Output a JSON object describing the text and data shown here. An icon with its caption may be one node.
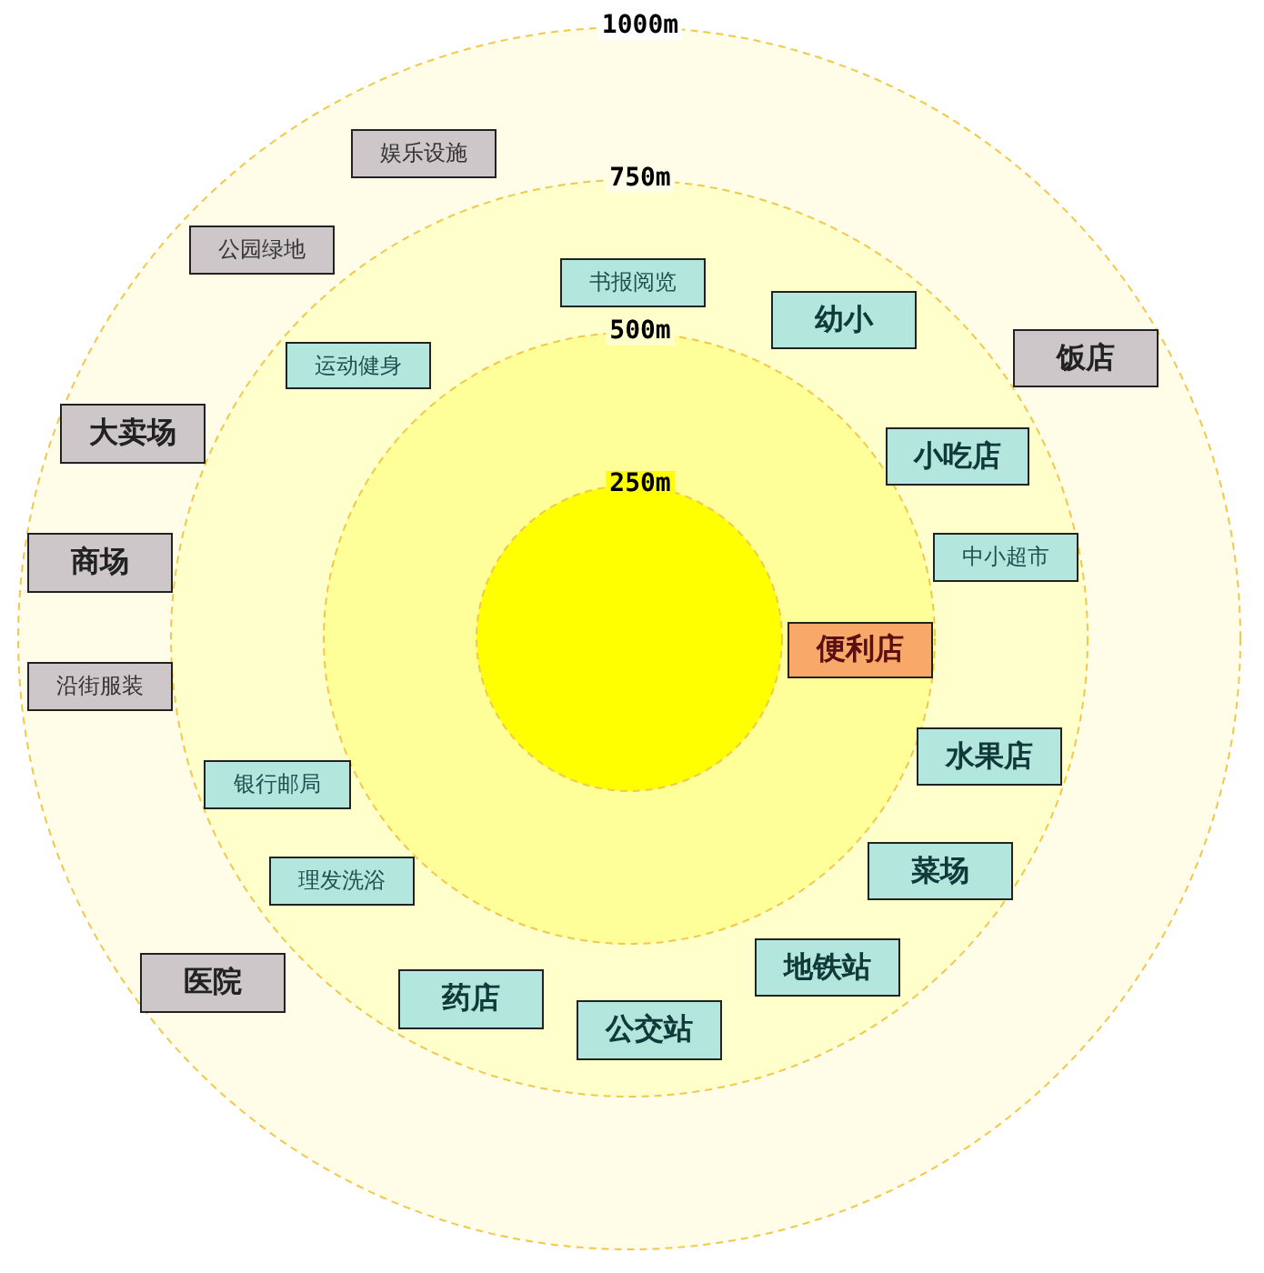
{
  "diagram": {
    "nodes": [
      {
        "text": [
          "娱乐设施"
        ]
      },
      {
        "text": [
          "公园绿地"
        ]
      },
      {
        "text": [
          "书报阅览"
        ]
      },
      {
        "text": [
          "幼小"
        ]
      },
      {
        "text": [
          "饭店"
        ]
      },
      {
        "text": [
          "运动健身"
        ]
      },
      {
        "text": [
          "大卖场"
        ]
      },
      {
        "text": [
          "小吃店"
        ]
      },
      {
        "text": [
          "商场"
        ]
      },
      {
        "text": [
          "中小超市"
        ]
      },
      {
        "text": [
          "便利店"
        ]
      },
      {
        "text": [
          "沿街服装"
        ]
      },
      {
        "text": [
          "银行邮局"
        ]
      },
      {
        "text": [
          "水果店"
        ]
      },
      {
        "text": [
          "理发洗浴"
        ]
      },
      {
        "text": [
          "菜场"
        ]
      },
      {
        "text": [
          "医院"
        ]
      },
      {
        "text": [
          "地铁站"
        ]
      },
      {
        "text": [
          "药店"
        ]
      },
      {
        "text": [
          "公交站"
        ]
      }
    ],
    "labels": [
      "1000m",
      "750m",
      "500m",
      "250m"
    ]
  }
}
